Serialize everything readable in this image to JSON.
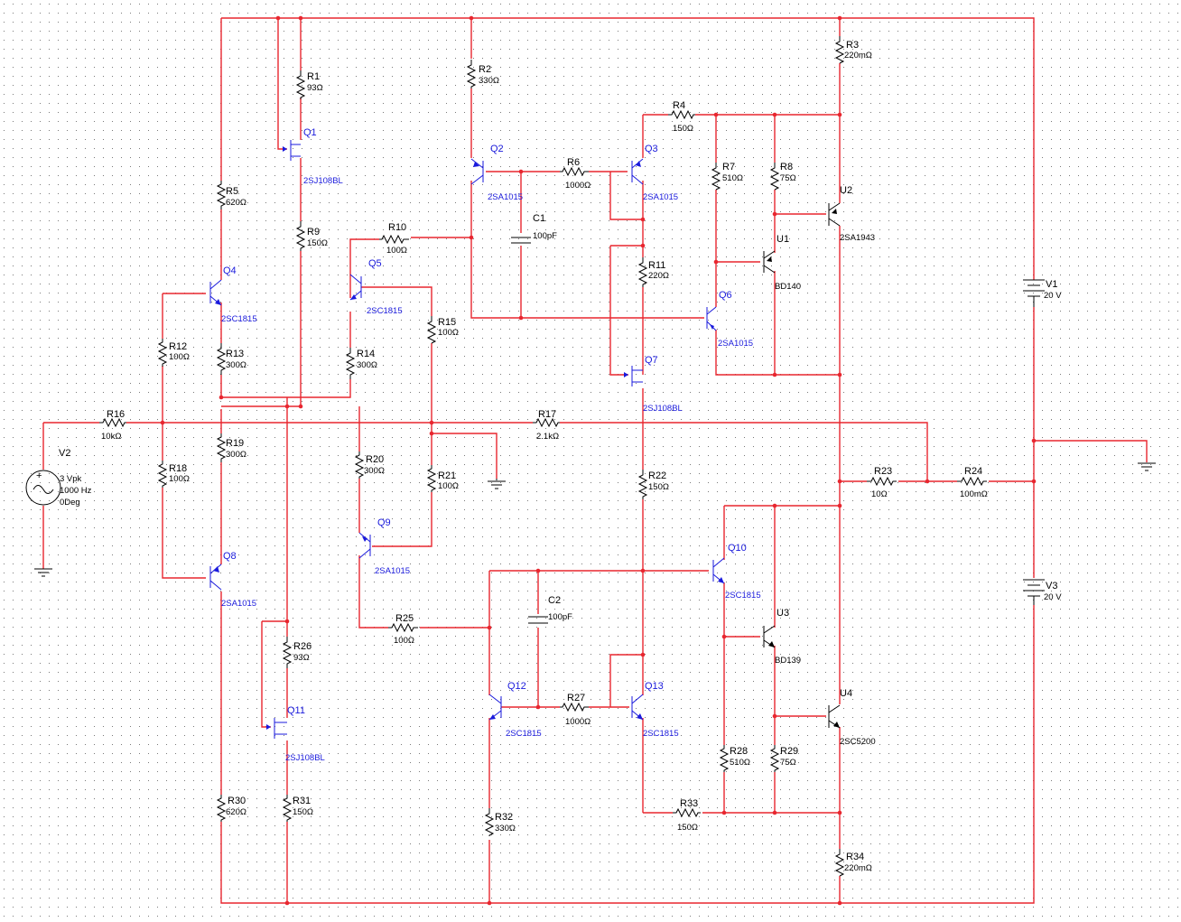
{
  "schematic": {
    "resistors": [
      {
        "ref": "R1",
        "value": "93Ω"
      },
      {
        "ref": "R2",
        "value": "330Ω"
      },
      {
        "ref": "R3",
        "value": "220mΩ"
      },
      {
        "ref": "R4",
        "value": "150Ω"
      },
      {
        "ref": "R5",
        "value": "620Ω"
      },
      {
        "ref": "R6",
        "value": "1000Ω"
      },
      {
        "ref": "R7",
        "value": "510Ω"
      },
      {
        "ref": "R8",
        "value": "75Ω"
      },
      {
        "ref": "R9",
        "value": "150Ω"
      },
      {
        "ref": "R10",
        "value": "100Ω"
      },
      {
        "ref": "R11",
        "value": "220Ω"
      },
      {
        "ref": "R12",
        "value": "100Ω"
      },
      {
        "ref": "R13",
        "value": "300Ω"
      },
      {
        "ref": "R14",
        "value": "300Ω"
      },
      {
        "ref": "R15",
        "value": "100Ω"
      },
      {
        "ref": "R16",
        "value": "10kΩ"
      },
      {
        "ref": "R17",
        "value": "2.1kΩ"
      },
      {
        "ref": "R18",
        "value": "100Ω"
      },
      {
        "ref": "R19",
        "value": "300Ω"
      },
      {
        "ref": "R20",
        "value": "300Ω"
      },
      {
        "ref": "R21",
        "value": "100Ω"
      },
      {
        "ref": "R22",
        "value": "150Ω"
      },
      {
        "ref": "R23",
        "value": "10Ω"
      },
      {
        "ref": "R24",
        "value": "100mΩ"
      },
      {
        "ref": "R25",
        "value": "100Ω"
      },
      {
        "ref": "R26",
        "value": "93Ω"
      },
      {
        "ref": "R27",
        "value": "1000Ω"
      },
      {
        "ref": "R28",
        "value": "510Ω"
      },
      {
        "ref": "R29",
        "value": "75Ω"
      },
      {
        "ref": "R30",
        "value": "620Ω"
      },
      {
        "ref": "R31",
        "value": "150Ω"
      },
      {
        "ref": "R32",
        "value": "330Ω"
      },
      {
        "ref": "R33",
        "value": "150Ω"
      },
      {
        "ref": "R34",
        "value": "220mΩ"
      }
    ],
    "capacitors": [
      {
        "ref": "C1",
        "value": "100pF"
      },
      {
        "ref": "C2",
        "value": "100pF"
      }
    ],
    "transistors": [
      {
        "ref": "Q1",
        "part": "2SJ108BL"
      },
      {
        "ref": "Q2",
        "part": "2SA1015"
      },
      {
        "ref": "Q3",
        "part": "2SA1015"
      },
      {
        "ref": "Q4",
        "part": "2SC1815"
      },
      {
        "ref": "Q5",
        "part": "2SC1815"
      },
      {
        "ref": "Q6",
        "part": "2SA1015"
      },
      {
        "ref": "Q7",
        "part": "2SJ108BL"
      },
      {
        "ref": "Q8",
        "part": "2SA1015"
      },
      {
        "ref": "Q9",
        "part": "2SA1015"
      },
      {
        "ref": "Q10",
        "part": "2SC1815"
      },
      {
        "ref": "Q11",
        "part": "2SJ108BL"
      },
      {
        "ref": "Q12",
        "part": "2SC1815"
      },
      {
        "ref": "Q13",
        "part": "2SC1815"
      }
    ],
    "power_transistors": [
      {
        "ref": "U1",
        "part": "BD140"
      },
      {
        "ref": "U2",
        "part": "2SA1943"
      },
      {
        "ref": "U3",
        "part": "BD139"
      },
      {
        "ref": "U4",
        "part": "2SC5200"
      }
    ],
    "sources": {
      "V1": {
        "ref": "V1",
        "value": "20 V"
      },
      "V3": {
        "ref": "V3",
        "value": "20 V"
      },
      "V2": {
        "ref": "V2",
        "amp": "3 Vpk",
        "freq": "1000 Hz",
        "phase": "0Deg"
      }
    }
  }
}
